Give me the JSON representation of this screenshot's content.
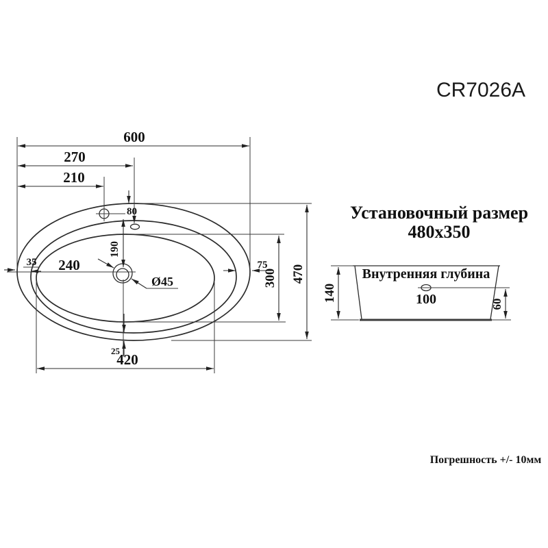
{
  "title": "CR7026A",
  "installation_size": {
    "line1": "Установочный размер",
    "line2": "480x350"
  },
  "top_view": {
    "overall_width": "600",
    "overflow_offset": "270",
    "faucet_offset": "210",
    "top_rim_width": "80",
    "drain_to_rim": "190",
    "left_rim_width": "35",
    "drain_from_left": "240",
    "right_rim_width": "75",
    "inner_height": "300",
    "overall_height": "470",
    "bottom_rim_width": "25",
    "inner_width": "420",
    "drain_diameter": "Ø45"
  },
  "side_view": {
    "label": "Внутренняя глубина",
    "overflow_depth": "100",
    "total_depth": "140",
    "bottom_depth": "60"
  },
  "tolerance": "Погрешность +/- 10мм",
  "colors": {
    "line": "#2b2b2b",
    "text": "#111111",
    "background": "#ffffff"
  }
}
